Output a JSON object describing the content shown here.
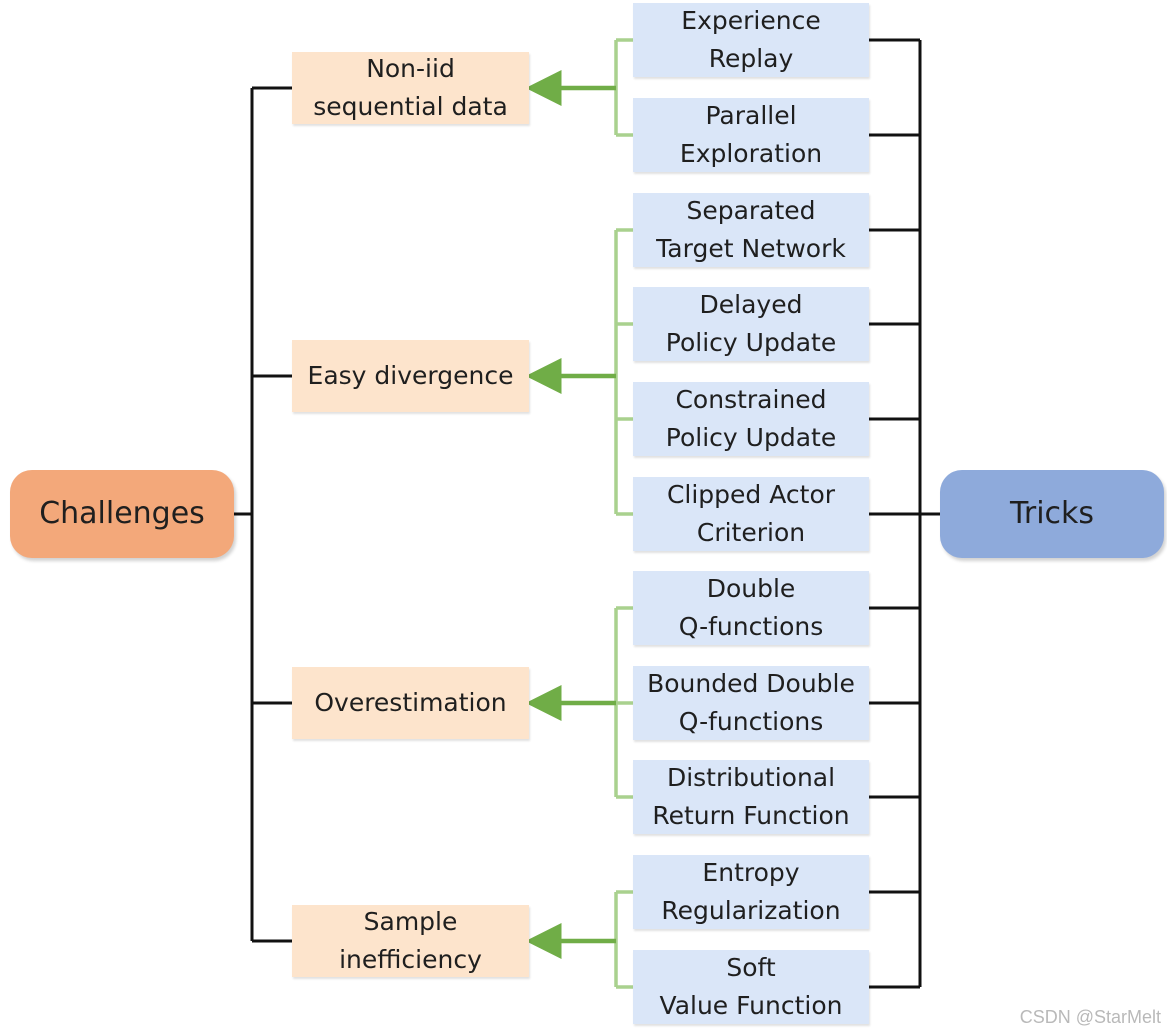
{
  "roots": {
    "challenges": "Challenges",
    "tricks": "Tricks"
  },
  "challenges": [
    {
      "label": "Non-iid\nsequential data",
      "tricks": [
        0,
        1
      ]
    },
    {
      "label": "Easy divergence",
      "tricks": [
        2,
        3,
        4,
        5
      ]
    },
    {
      "label": "Overestimation",
      "tricks": [
        6,
        7,
        8
      ]
    },
    {
      "label": "Sample\ninefficiency",
      "tricks": [
        9,
        10
      ]
    }
  ],
  "tricks": [
    {
      "label": "Experience\nReplay"
    },
    {
      "label": "Parallel\nExploration"
    },
    {
      "label": "Separated\nTarget Network"
    },
    {
      "label": "Delayed\nPolicy Update"
    },
    {
      "label": "Constrained\nPolicy Update"
    },
    {
      "label": "Clipped Actor\nCriterion"
    },
    {
      "label": "Double\nQ-functions"
    },
    {
      "label": "Bounded Double\nQ-functions"
    },
    {
      "label": "Distributional\nReturn Function"
    },
    {
      "label": "Entropy\nRegularization"
    },
    {
      "label": "Soft\nValue Function"
    }
  ],
  "watermark": "CSDN @StarMelt",
  "colors": {
    "challenges_root": "#f3a87a",
    "tricks_root": "#8eaadb",
    "challenge_box": "#fde4cc",
    "trick_box": "#dae6f8",
    "connector_dark": "#111111",
    "connector_green_light": "#a9d18e",
    "arrow_green": "#70ad47"
  }
}
